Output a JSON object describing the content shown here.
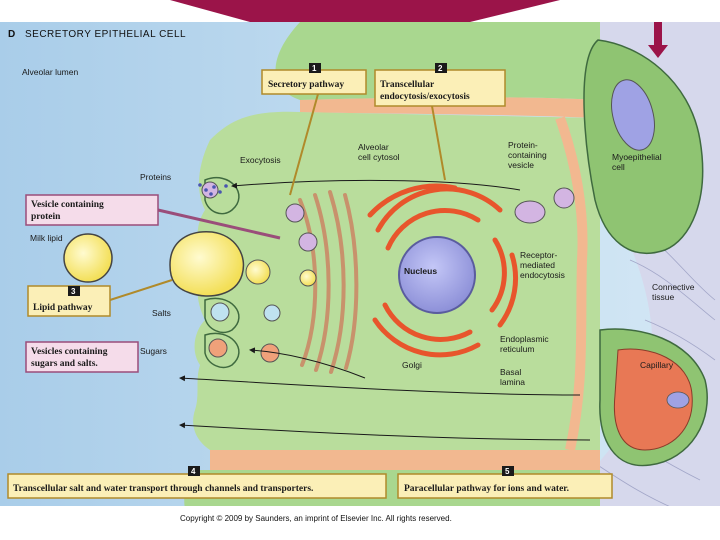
{
  "panel": {
    "letter": "D",
    "title": "SECRETORY EPITHELIAL CELL"
  },
  "regions": {
    "alveolar_lumen": "Alveolar lumen",
    "alveolar_cytosol": [
      "Alveolar",
      "cell cytosol"
    ],
    "myoepithelial": [
      "Myoepithelial",
      "cell"
    ],
    "connective": [
      "Connective",
      "tissue"
    ],
    "capillary": "Capillary",
    "basal_lamina": [
      "Basal",
      "lamina"
    ]
  },
  "labels": {
    "exocytosis": "Exocytosis",
    "proteins": "Proteins",
    "milk_lipid": "Milk lipid",
    "salts": "Salts",
    "sugars": "Sugars",
    "nucleus": "Nucleus",
    "golgi": "Golgi",
    "er": [
      "Endoplasmic",
      "reticulum"
    ],
    "protein_vesicle": [
      "Protein-",
      "containing",
      "vesicle"
    ],
    "receptor": [
      "Receptor-",
      "mediated",
      "endocytosis"
    ]
  },
  "boxes": {
    "vesicle_protein": [
      "Vesicle containing",
      "protein"
    ],
    "lipid_pathway": "Lipid pathway",
    "vesicles_sugars": [
      "Vesicles containing",
      "sugars and salts."
    ],
    "secretory": {
      "num": "1",
      "text": "Secretory pathway"
    },
    "transcellular_endo": {
      "num": "2",
      "text": [
        "Transcellular",
        "endocytosis/exocytosis"
      ]
    },
    "lipid_num": "3",
    "transcellular_salt": {
      "num": "4",
      "text": "Transcellular salt and water transport through channels and transporters."
    },
    "paracellular": {
      "num": "5",
      "text": "Paracellular pathway for ions and water."
    }
  },
  "copyright": "Copyright © 2009 by Saunders, an imprint of Elsevier Inc. All rights reserved.",
  "colors": {
    "lumen": "#bcd9ef",
    "cytosol": "#b9dd9c",
    "tight_membrane": "#f2b890",
    "myo": "#8fc472",
    "connective": "#d6d8ec",
    "er": "#e8552c",
    "golgi": "#c8926c",
    "nucleus": "#9fa2e4",
    "box_yellow": "#fbefb7",
    "box_pink": "#f5dcea",
    "banner": "#9b1449"
  }
}
